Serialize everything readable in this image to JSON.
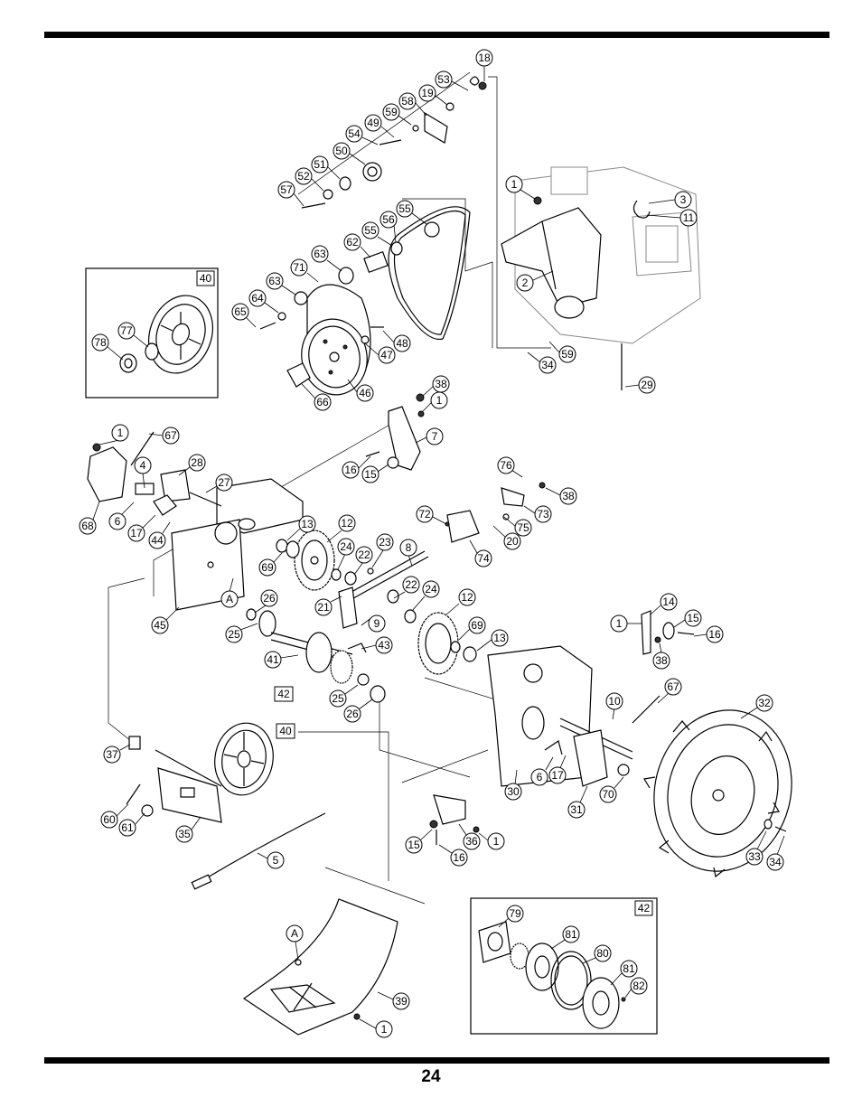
{
  "page": {
    "number": "24"
  },
  "inset_labels": {
    "pulley_assembly": "40",
    "hub_assembly": "42",
    "ref_a": "A"
  },
  "callouts": {
    "c18": "18",
    "c53": "53",
    "c19": "19",
    "c58": "58",
    "c59a": "59",
    "c49": "49",
    "c54": "54",
    "c50": "50",
    "c51": "51",
    "c52": "52",
    "c57": "57",
    "c55a": "55",
    "c56": "56",
    "c55b": "55",
    "c62": "62",
    "c63a": "63",
    "c71": "71",
    "c63b": "63",
    "c64": "64",
    "c65": "65",
    "c48": "48",
    "c47": "47",
    "c46": "46",
    "c66": "66",
    "c1a": "1",
    "c2": "2",
    "c3": "3",
    "c11": "11",
    "c59b": "59",
    "c34a": "34",
    "c29": "29",
    "c78": "78",
    "c77": "77",
    "c38a": "38",
    "c1b": "1",
    "c7": "7",
    "c16a": "16",
    "c15a": "15",
    "c1c": "1",
    "c67a": "67",
    "c4": "4",
    "c28": "28",
    "c27": "27",
    "c6a": "6",
    "c17a": "17",
    "c44": "44",
    "c68": "68",
    "c13a": "13",
    "c12a": "12",
    "c24a": "24",
    "c22a": "22",
    "c23": "23",
    "c8": "8",
    "c69a": "69",
    "c21": "21",
    "c45": "45",
    "cA1": "A",
    "c76": "76",
    "c38b": "38",
    "c72": "72",
    "c73": "73",
    "c75": "75",
    "c20": "20",
    "c74": "74",
    "c26a": "26",
    "c25a": "25",
    "c22b": "22",
    "c24b": "24",
    "c12b": "12",
    "c9": "9",
    "c41": "41",
    "c43": "43",
    "c69b": "69",
    "c13b": "13",
    "c25b": "25",
    "c26b": "26",
    "c1d": "1",
    "c14": "14",
    "c15b": "15",
    "c16b": "16",
    "c38c": "38",
    "c10": "10",
    "c67b": "67",
    "c32": "32",
    "c37": "37",
    "c6b": "6",
    "c17b": "17",
    "c30": "30",
    "c70": "70",
    "c31": "31",
    "c60": "60",
    "c61": "61",
    "c35": "35",
    "c5": "5",
    "c15c": "15",
    "c36": "36",
    "c1e": "1",
    "c16c": "16",
    "c33": "33",
    "c34b": "34",
    "cA2": "A",
    "c39": "39",
    "c1f": "1",
    "c79": "79",
    "c81a": "81",
    "c80": "80",
    "c81b": "81",
    "c82": "82"
  }
}
